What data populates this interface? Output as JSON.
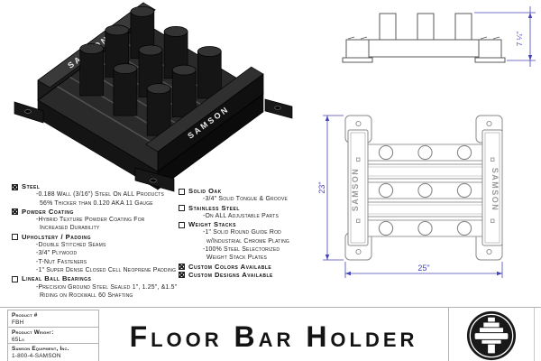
{
  "title_block": {
    "product_title": "Floor Bar Holder",
    "info_rows": [
      {
        "label": "Product #",
        "value": "FBH"
      },
      {
        "label": "Product Weight:",
        "value": "65Lb"
      },
      {
        "label": "Samson Equipment, Inc.",
        "value": "1-800-4-SAMSON"
      }
    ],
    "logo": "samson-weight-stack-logo"
  },
  "specs": {
    "left": [
      {
        "checked": true,
        "label": "Steel",
        "lines": [
          "-0.188 Wall (3/16\") Steel On ALL Products",
          "56% Thicker than 0.120 AKA 11 Gauge"
        ]
      },
      {
        "checked": true,
        "label": "Powder Coating",
        "lines": [
          "-Hybrid Texture Powder Coating For",
          "Increased Durability"
        ]
      },
      {
        "checked": false,
        "label": "Upholstery / Padding",
        "lines": [
          "-Double Stitched Seams",
          "-3/4\" Plywood",
          "-T-Nut Fasteners",
          "-1\" Super Dense Closed Cell Neoprene Padding"
        ]
      },
      {
        "checked": false,
        "label": "Lineal Ball Bearings",
        "lines": [
          "-Precision Ground Steel Sealed 1\", 1.25\", &1.5\"",
          "Riding on Rockwall 60 Shafting"
        ]
      }
    ],
    "right": [
      {
        "checked": false,
        "label": "Solid Oak",
        "lines": [
          "-3/4\" Solid Tongue & Groove"
        ]
      },
      {
        "checked": false,
        "label": "Stainless Steel",
        "lines": [
          "-On ALL Adjustable Parts"
        ]
      },
      {
        "checked": false,
        "label": "Weight Stacks",
        "lines": [
          "-1\" Solid Round Guide Rod",
          "w/Industrial Chrome Plating",
          "-100% Steel Selectorized",
          "Weight Stack Plates"
        ]
      },
      {
        "checked": true,
        "label": "Custom Colors Available",
        "lines": []
      },
      {
        "checked": true,
        "label": "Custom Designs Available",
        "lines": []
      }
    ]
  },
  "dimensions": {
    "side_height": "7 ¼\"",
    "top_height": "23\"",
    "top_width": "25\""
  },
  "drawing_labels": {
    "rail_brand": "SAMSON"
  },
  "colors": {
    "dimension_blue": "#4545b5",
    "drawing_line": "#6a6a6a",
    "model_black": "#1a1a1a"
  }
}
